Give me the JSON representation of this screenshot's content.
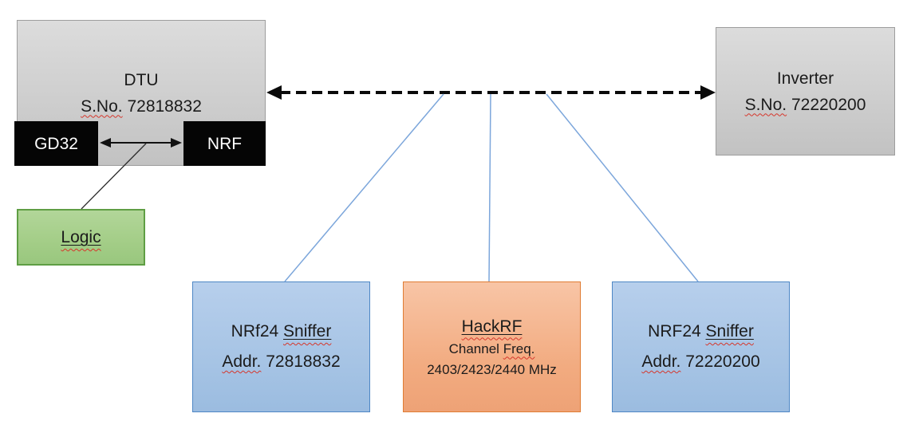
{
  "dtu": {
    "title": "DTU",
    "serial_label": "S.No.",
    "serial_number": " 72818832"
  },
  "gd32": {
    "label": "GD32"
  },
  "nrf": {
    "label": "NRF"
  },
  "logic": {
    "label": "Logic"
  },
  "inverter": {
    "title": "Inverter",
    "serial_label": "S.No.",
    "serial_number": " 72220200"
  },
  "sniffer1": {
    "title_prefix": "NRf24 ",
    "title_word": "Sniffer",
    "addr_label": "Addr.",
    "addr_value": " 72818832"
  },
  "hackrf": {
    "title": "HackRF",
    "freq_prefix": "Channel ",
    "freq_word": "Freq.",
    "frequencies": "2403/2423/2440 MHz"
  },
  "sniffer2": {
    "title_prefix": "NRF24 ",
    "title_word": "Sniffer",
    "addr_label": "Addr.",
    "addr_value": " 72220200"
  },
  "colors": {
    "gray_fill": "#cecece",
    "gray_border": "#9d9d9d",
    "black_fill": "#050505",
    "green_fill": "#a3cd87",
    "green_border": "#5f9e44",
    "blue_fill": "#a5c3e4",
    "blue_border": "#4e87c5",
    "orange_fill": "#f2ab80",
    "orange_border": "#e07c33",
    "connector_blue": "#7ca6db",
    "link_black": "#0a0a0a",
    "squiggle_red": "#d6362b"
  }
}
